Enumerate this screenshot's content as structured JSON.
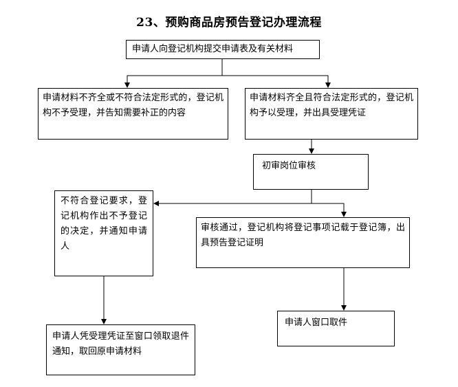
{
  "title": "23、预购商品房预告登记办理流程",
  "steps": {
    "submit": "申请人向登记机构提交申请表及有关材料",
    "reject_materials": "申请材料不齐全或不符合法定形式的，登记机构不予受理，并告知需要补正的内容",
    "accept": "申请材料齐全且符合法定形式的，登记机构予以受理，并出具受理凭证",
    "initial_review": "初审岗位审核",
    "not_qualified": "不符合登记要求，登记机构作出不予登记的决定，并通知申请人",
    "approved": "审核通过，登记机构将登记事项记载于登记簿，出具预告登记证明",
    "withdraw": "申请人凭受理凭证至窗口领取退件通知，取回原申请材料",
    "pickup": "申请人窗口取件"
  }
}
